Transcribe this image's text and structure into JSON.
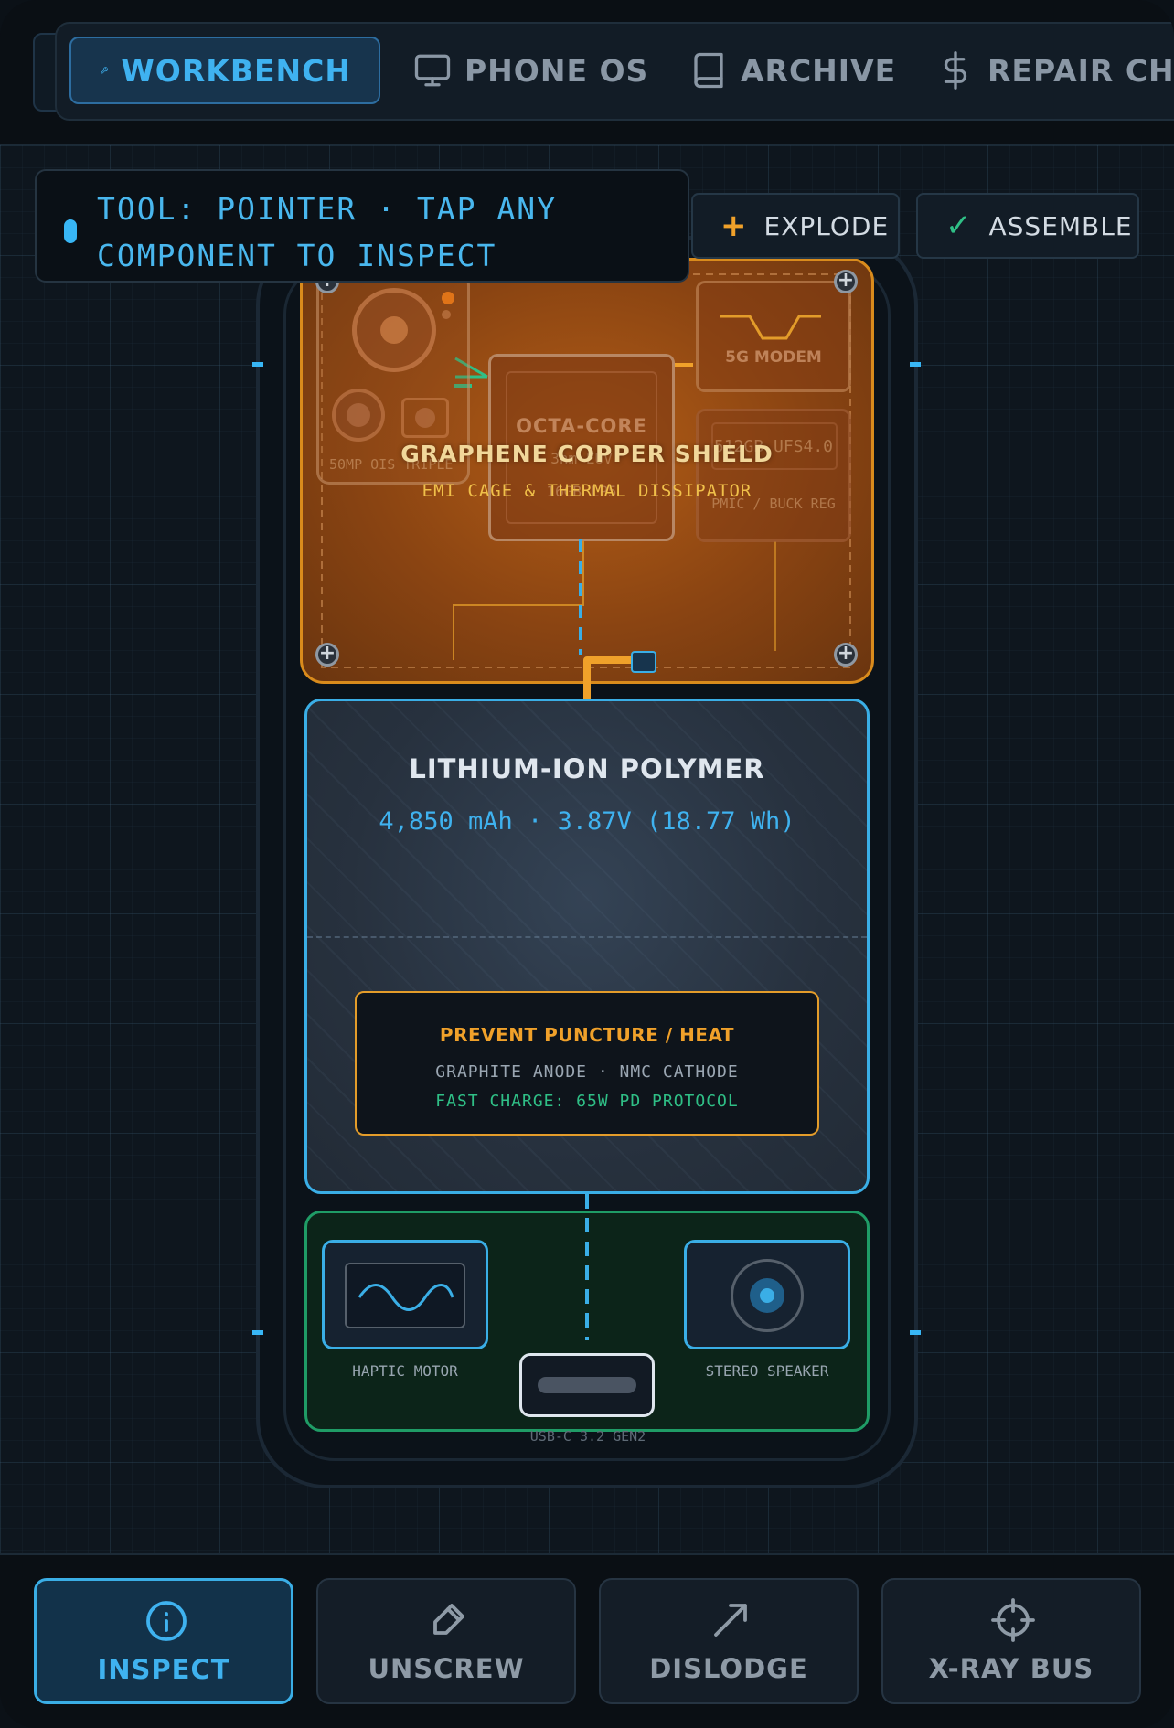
{
  "colors": {
    "accent_blue": "#3aaee6",
    "accent_orange": "#e39c2a",
    "accent_green": "#1f9c66",
    "background": "#0c131a"
  },
  "nav": {
    "tabs": [
      {
        "label": "WORKBENCH",
        "icon": "wrench-icon",
        "active": true
      },
      {
        "label": "PHONE OS",
        "icon": "monitor-icon",
        "active": false
      },
      {
        "label": "ARCHIVE",
        "icon": "book-icon",
        "active": false
      },
      {
        "label": "REPAIR CHAI",
        "icon": "dollar-icon",
        "active": false
      }
    ]
  },
  "tool_banner": {
    "text": "TOOL: POINTER · TAP ANY COMPONENT TO INSPECT"
  },
  "actions": {
    "explode": {
      "label": "EXPLODE",
      "icon": "plus-icon"
    },
    "assemble": {
      "label": "ASSEMBLE",
      "icon": "check-icon"
    }
  },
  "logic_board": {
    "camera_label": "50MP OIS TRIPLE",
    "cpu_title": "OCTA-CORE",
    "cpu_line1": "3nm EUV",
    "cpu_line2": "16GB LP5",
    "modem_label": "5G MODEM",
    "storage_label": "512GB UFS4.0",
    "pmic_label": "PMIC / BUCK REG",
    "shield_title": "GRAPHENE COPPER SHIELD",
    "shield_subtitle": "EMI CAGE & THERMAL DISSIPATOR"
  },
  "battery": {
    "title": "LITHIUM-ION POLYMER",
    "spec": "4,850 mAh · 3.87V (18.77 Wh)",
    "warning_title": "PREVENT PUNCTURE / HEAT",
    "chemistry": "GRAPHITE ANODE · NMC CATHODE",
    "charging": "FAST CHARGE: 65W PD PROTOCOL"
  },
  "sub_board": {
    "haptic_label": "HAPTIC MOTOR",
    "speaker_label": "STEREO SPEAKER",
    "usb_label": "USB-C 3.2 GEN2"
  },
  "tools": [
    {
      "label": "INSPECT",
      "icon": "info-icon",
      "active": true
    },
    {
      "label": "UNSCREW",
      "icon": "screwdriver-icon",
      "active": false
    },
    {
      "label": "DISLODGE",
      "icon": "pry-arrow-icon",
      "active": false
    },
    {
      "label": "X-RAY BUS",
      "icon": "crosshair-icon",
      "active": false
    }
  ]
}
